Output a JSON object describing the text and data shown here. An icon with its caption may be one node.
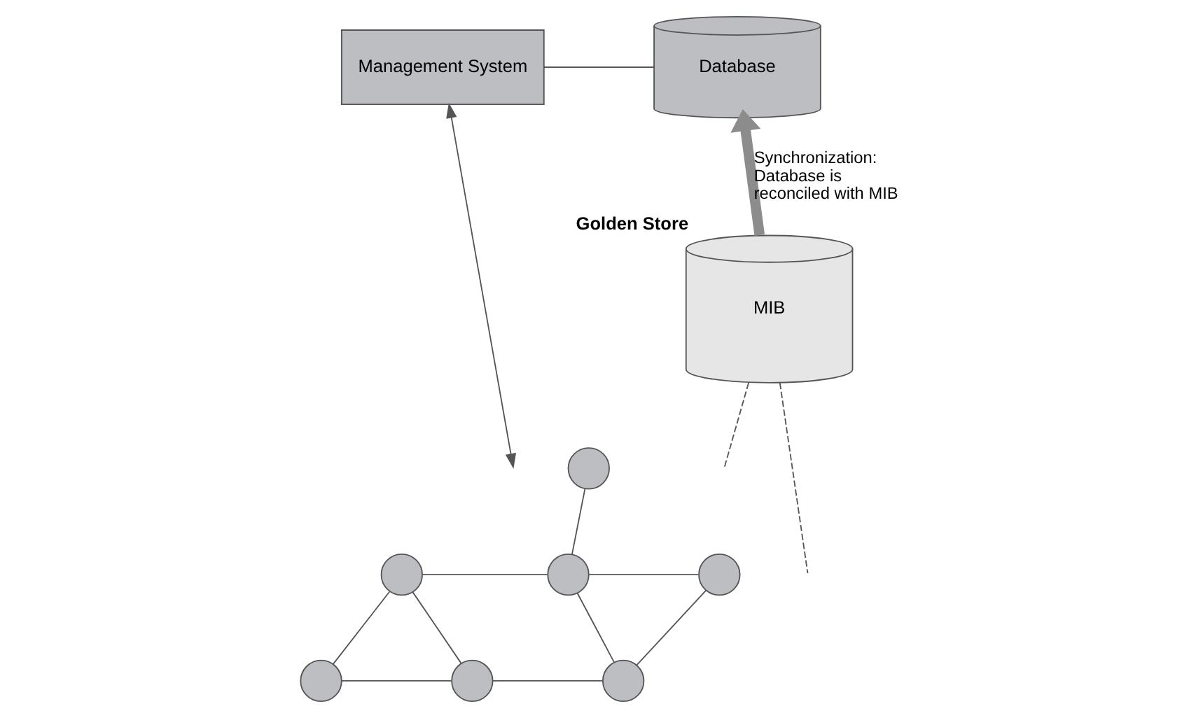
{
  "diagram": {
    "nodes": [
      {
        "text": [
          "Management System"
        ]
      },
      {
        "text": [
          "Database"
        ]
      },
      {
        "text": [
          "MIB"
        ],
        "beside": [
          "Golden Store"
        ]
      },
      {
        "text": [],
        "shape": "circle"
      },
      {
        "text": [],
        "shape": "circle"
      },
      {
        "text": [],
        "shape": "circle"
      },
      {
        "text": [],
        "shape": "circle"
      },
      {
        "text": [],
        "shape": "circle"
      },
      {
        "text": [],
        "shape": "circle"
      },
      {
        "text": [],
        "shape": "circle"
      }
    ],
    "edges": [
      {
        "from": 0,
        "to": 1,
        "arrow": "none"
      },
      {
        "from": 2,
        "to": 1,
        "arrow": "to",
        "label": "Synchronization: Database is reconciled with MIB",
        "style": "thick",
        "color": "#8c8c8c"
      },
      {
        "from": 0,
        "to": null,
        "arrow": "both"
      },
      {
        "from": 2,
        "to": null,
        "arrow": "none",
        "style": "dashed"
      },
      {
        "from": 2,
        "to": null,
        "arrow": "none",
        "style": "dashed"
      },
      {
        "from": 4,
        "to": 5,
        "arrow": "none"
      },
      {
        "from": 5,
        "to": 3,
        "arrow": "none"
      },
      {
        "from": 5,
        "to": 6,
        "arrow": "none"
      },
      {
        "from": 5,
        "to": 9,
        "arrow": "none"
      },
      {
        "from": 9,
        "to": 6,
        "arrow": "none"
      },
      {
        "from": 4,
        "to": 7,
        "arrow": "none"
      },
      {
        "from": 4,
        "to": 8,
        "arrow": "none"
      },
      {
        "from": 7,
        "to": 8,
        "arrow": "none"
      },
      {
        "from": 8,
        "to": 9,
        "arrow": "none"
      }
    ]
  }
}
